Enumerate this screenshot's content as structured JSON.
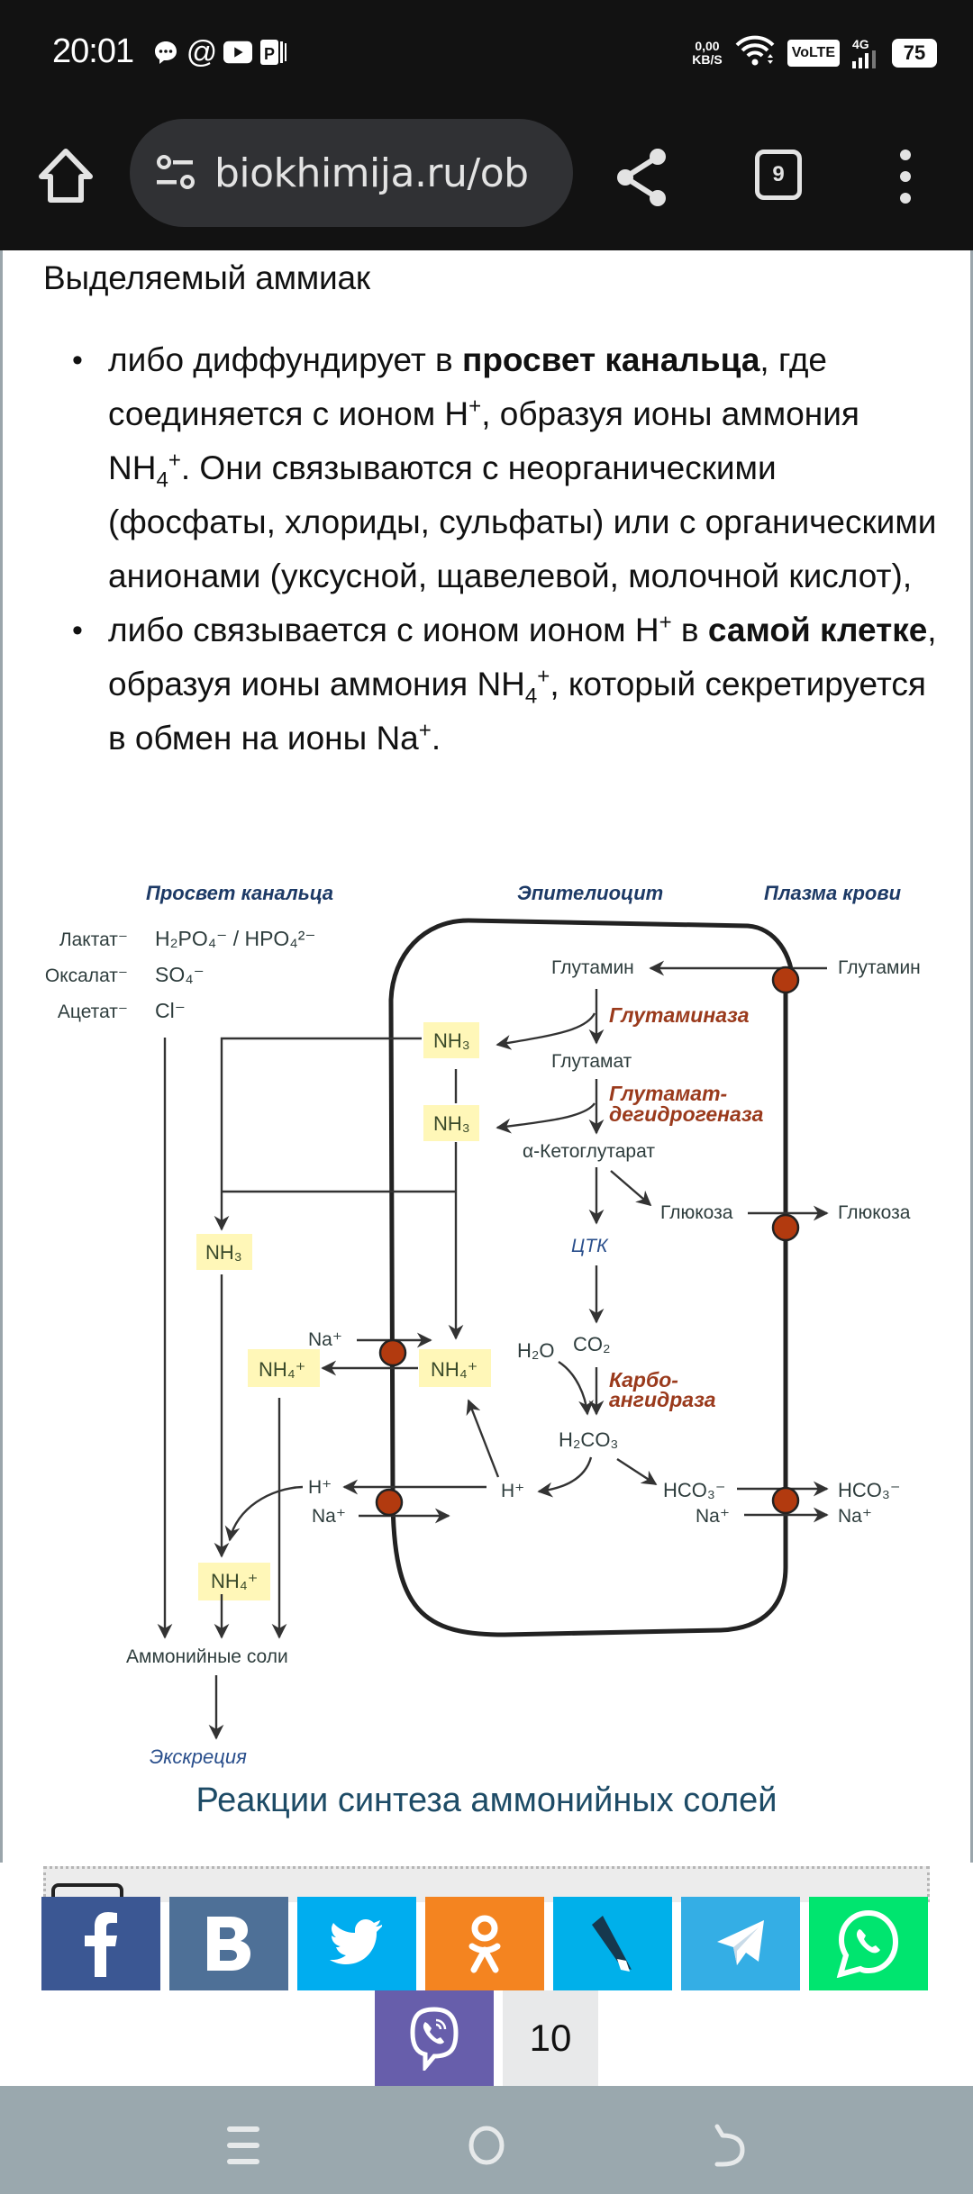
{
  "status_bar": {
    "time": "20:01",
    "notification_icons": [
      "chat-bubble-icon",
      "at-sign-icon",
      "youtube-icon",
      "parking-app-icon"
    ],
    "net_speed_value": "0,00",
    "net_speed_unit": "KB/S",
    "volte": "VoLTE",
    "network": "4G",
    "battery": "75"
  },
  "browser": {
    "url": "biokhimija.ru/ob",
    "tab_count": "9"
  },
  "article": {
    "intro": "Выделяемый аммиак",
    "bullets": [
      {
        "parts": [
          {
            "t": "либо диффундирует в "
          },
          {
            "t": "просвет канальца",
            "b": true
          },
          {
            "t": ", где соединяется с ионом H"
          },
          {
            "t": "+",
            "sup": true
          },
          {
            "t": ", образуя ионы аммония NH"
          },
          {
            "t": "4",
            "sub": true
          },
          {
            "t": "+",
            "sup": true
          },
          {
            "t": ". Они связываются с неорганическими (фосфаты, хлориды, сульфаты) или с органическими анионами (уксусной, щавелевой, молочной кислот),"
          }
        ]
      },
      {
        "parts": [
          {
            "t": "либо связывается с ионом ионом H"
          },
          {
            "t": "+",
            "sup": true
          },
          {
            "t": " в "
          },
          {
            "t": "самой клетке",
            "b": true
          },
          {
            "t": ", образуя ионы аммония NH"
          },
          {
            "t": "4",
            "sub": true
          },
          {
            "t": "+",
            "sup": true
          },
          {
            "t": ", который секретируется в обмен на ионы Na"
          },
          {
            "t": "+",
            "sup": true
          },
          {
            "t": "."
          }
        ]
      }
    ],
    "caption": "Реакции синтеза аммонийных солей"
  },
  "diagram": {
    "headers": {
      "lumen": "Просвет канальца",
      "cell": "Эпителиоцит",
      "plasma": "Плазма крови"
    },
    "lumen_anions_organic": [
      "Лактат⁻",
      "Оксалат⁻",
      "Ацетат⁻"
    ],
    "lumen_anions_inorganic": [
      "H₂PO₄⁻ / HPO₄²⁻",
      "SO₄⁻",
      "Cl⁻"
    ],
    "nodes": {
      "glutamine_cell": "Глутамин",
      "glutamine_plasma": "Глутамин",
      "glutamate": "Глутамат",
      "akg": "α-Кетоглутарат",
      "glucose_cell": "Глюкоза",
      "glucose_plasma": "Глюкоза",
      "tca": "ЦТК",
      "h2o": "H₂O",
      "co2": "CO₂",
      "h2co3": "H₂CO₃",
      "hco3_cell": "HCO₃⁻",
      "hco3_plasma": "HCO₃⁻",
      "na_cell_bottom": "Na⁺",
      "na_plasma": "Na⁺",
      "h_cell": "H⁺",
      "h_lumen": "H⁺",
      "na_lumen_bottom": "Na⁺",
      "na_lumen_top": "Na⁺",
      "nh3_1": "NH₃",
      "nh3_2": "NH₃",
      "nh3_lumen": "NH₃",
      "nh4_cell": "NH₄⁺",
      "nh4_lumen": "NH₄⁺",
      "nh4_lumen_bottom": "NH₄⁺",
      "ammonium_salts": "Аммонийные соли",
      "excretion": "Экскреция"
    },
    "enzymes": {
      "glutaminase": "Глутаминаза",
      "gdh_1": "Глутамат-",
      "gdh_2": "дегидрогеназа",
      "ca_1": "Карбо-",
      "ca_2": "ангидраза"
    },
    "colors": {
      "header": "#1d3a66",
      "enzyme": "#9a3a1c",
      "text": "#2e3d3d",
      "highlight": "#fff7b8",
      "transporter": "#b23a0f"
    }
  },
  "share": {
    "buttons": [
      {
        "name": "facebook",
        "color": "#3b5793"
      },
      {
        "name": "vkontakte",
        "color": "#4e7097"
      },
      {
        "name": "twitter",
        "color": "#00adef"
      },
      {
        "name": "odnoklassniki",
        "color": "#f48420"
      },
      {
        "name": "livejournal",
        "color": "#00b0ea"
      },
      {
        "name": "telegram",
        "color": "#34aee5"
      },
      {
        "name": "whatsapp",
        "color": "#00e56f"
      },
      {
        "name": "viber",
        "color": "#675eab"
      }
    ],
    "count": "10"
  }
}
